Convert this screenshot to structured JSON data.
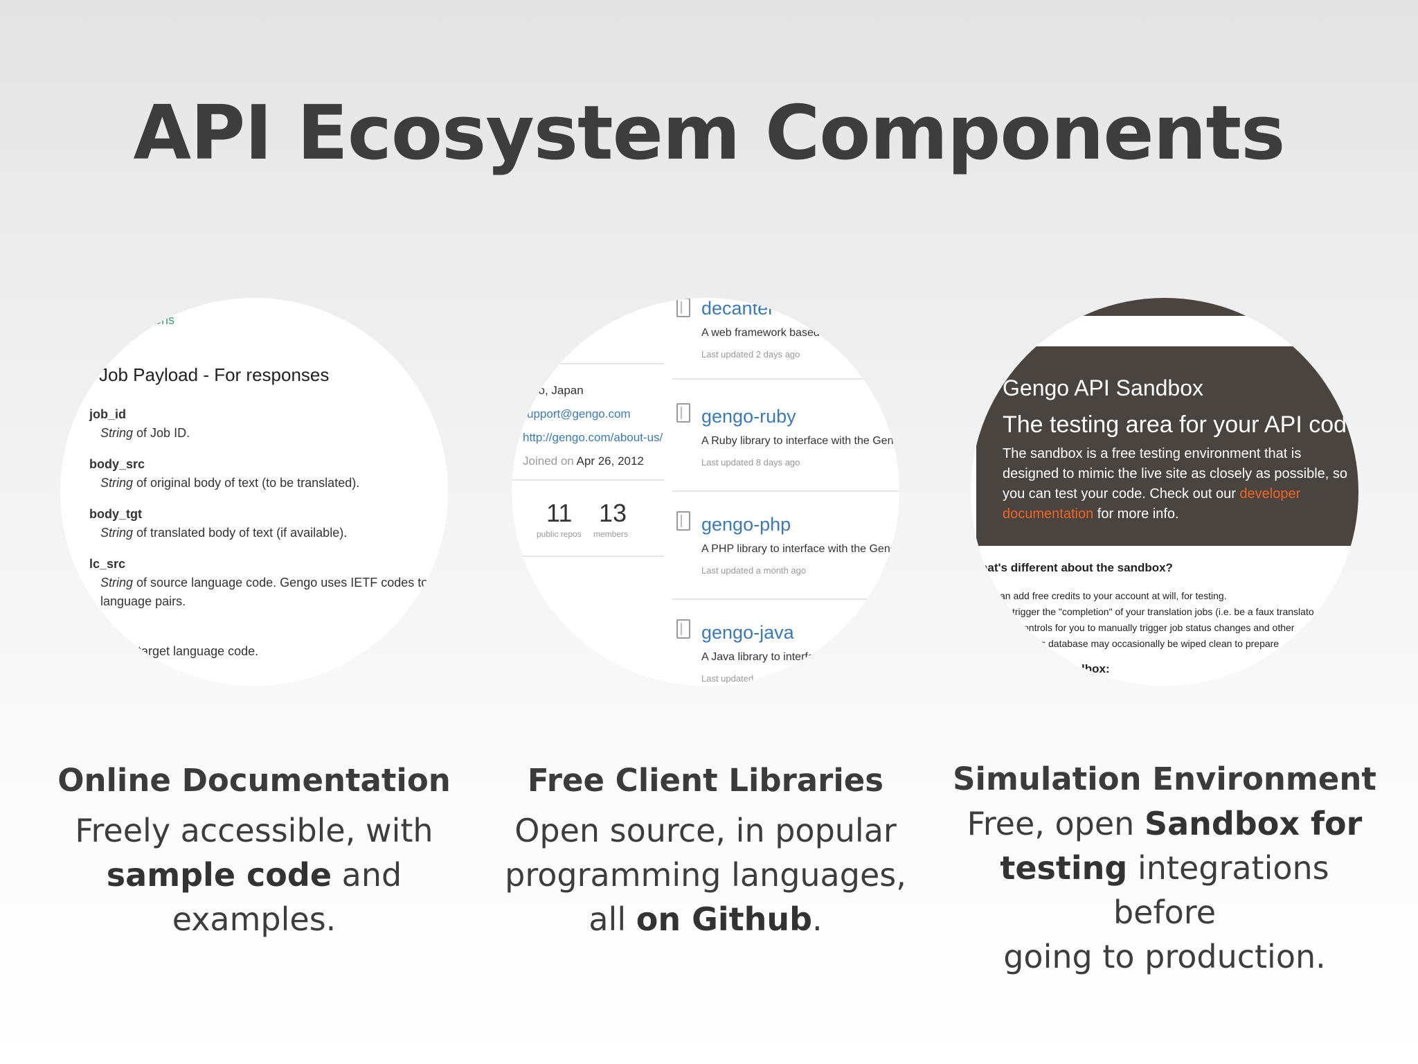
{
  "title": "API Ecosystem Components",
  "docs_shot": {
    "link_fragment": "ons",
    "heading": "Job Payload - For responses",
    "fields": [
      {
        "term": "job_id",
        "type": "String",
        "rest": " of Job ID."
      },
      {
        "term": "body_src",
        "type": "String",
        "rest": " of original body of text (to be translated)."
      },
      {
        "term": "body_tgt",
        "type": "String",
        "rest": " of translated body of text (if available)."
      },
      {
        "term": "lc_src",
        "type": "String",
        "rest": " of source language code. Gengo uses IETF codes to define '",
        "rest2": "language pairs."
      }
    ],
    "last_fragment": "target language code."
  },
  "github_shot": {
    "location": "yo, Japan",
    "email": "upport@gengo.com",
    "url": "http://gengo.com/about-us/",
    "joined_label": "Joined on",
    "joined_date": "Apr 26, 2012",
    "public_repos_count": "11",
    "public_repos_label": "public repos",
    "members_count": "13",
    "members_label": "members",
    "repos": [
      {
        "name": "decanter",
        "desc": "A web framework based on bo",
        "updated": "Last updated 2 days ago"
      },
      {
        "name": "gengo-ruby",
        "desc": "A Ruby library to interface with the Gengo API .",
        "updated": "Last updated 8 days ago"
      },
      {
        "name": "gengo-php",
        "desc": "A PHP library to interface with the Gengo API",
        "updated": "Last updated a month ago"
      },
      {
        "name": "gengo-java",
        "desc": "A Java library to interfac",
        "updated": "Last updated"
      }
    ]
  },
  "sandbox_shot": {
    "heading": "Gengo API Sandbox",
    "tagline": "The testing area for your API code.",
    "desc_lines": [
      "The sandbox is a free testing environment that is",
      "designed to mimic the live site as closely as possible, so",
      "you can test your code. Check out our "
    ],
    "link1": "developer",
    "link2": "documentation",
    "desc_tail": " for more info.",
    "section": "hat's different about the sandbox?",
    "bullets": [
      "an add free credits to your account at will, for testing.",
      "trigger the \"completion\" of your translation jobs (i.e. be a faux translato",
      "ontrols for you to manually trigger job status changes and other",
      "ls database may occasionally be wiped clean to prepare"
    ],
    "fragment": "lbox:",
    "accent": "#f26522"
  },
  "captions": [
    {
      "heading": "Online Documentation",
      "line1": "Freely accessible, with",
      "bold": "sample code",
      "after_bold": " and",
      "line3": "examples."
    },
    {
      "heading": "Free Client Libraries",
      "line1": "Open source, in popular",
      "line2": "programming languages,",
      "pre": "all ",
      "bold": "on Github",
      "post": "."
    },
    {
      "heading": "Simulation Environment",
      "pre": "Free, open ",
      "bold1": "Sandbox for",
      "bold2": "testing",
      "mid": " integrations before",
      "line3": "going to production."
    }
  ]
}
